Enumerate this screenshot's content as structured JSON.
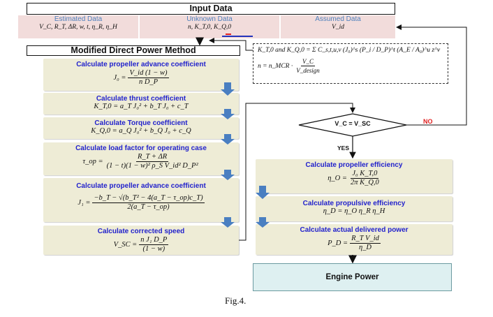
{
  "input_data": {
    "title": "Input Data",
    "estimated": {
      "header": "Estimated Data",
      "values": "V_C, R_T, ΔR, w, t, η_R, η_H"
    },
    "unknown": {
      "header": "Unknown Data",
      "values": "n, K_T,0, K_Q,0"
    },
    "assumed": {
      "header": "Assumed Data",
      "values": "V_id"
    }
  },
  "method_title": "Modified Direct Power Method",
  "left_steps": [
    {
      "title": "Calculate propeller advance coefficient",
      "lhs": "J₀ =",
      "num": "V_id (1 − w)",
      "den": "n D_P"
    },
    {
      "title": "Calculate thrust coefficient",
      "formula": "K_T,0 = a_T J₀² + b_T J₀ + c_T"
    },
    {
      "title": "Calculate Torque coefficient",
      "formula": "K_Q,0 = a_Q J₀² + b_Q J₀ + c_Q"
    },
    {
      "title": "Calculate load factor for operating case",
      "lhs": "τ_op =",
      "num": "R_T + ΔR",
      "den": "(1 − t)(1 − w)² ρ_S V_id² D_P²"
    },
    {
      "title": "Calculate propeller advance coefficient",
      "lhs": "J₁ =",
      "num": "−b_T − √(b_T² − 4(a_T − τ_op)c_T)",
      "den": "2(a_T − τ_op)"
    },
    {
      "title": "Calculate corrected speed",
      "lhs": "V_SC =",
      "num": "n J₁ D_P",
      "den": "(1 − w)"
    }
  ],
  "note_box": {
    "line1": "K_T,0 and K_Q,0 = Σ C_s,t,u,v (J₀)^s (P_i / D_P)^t (A_E / A₀)^u z^v",
    "line2_lhs": "n = n_MCR ·",
    "line2_num": "V_C",
    "line2_den": "V_design"
  },
  "decision": {
    "label": "V_C = V_SC",
    "no": "NO",
    "yes": "YES"
  },
  "right_steps": [
    {
      "title": "Calculate propeller efficiency",
      "lhs": "η_O =",
      "num": "J₀ K_T,0",
      "den": "2π K_Q,0"
    },
    {
      "title": "Calculate propulsive efficiency",
      "formula": "η_D = η_O η_R η_H"
    },
    {
      "title": "Calculate actual delivered power",
      "lhs": "P_D =",
      "num": "R_T V_id",
      "den": "η_D"
    }
  ],
  "engine": "Engine Power",
  "caption": "Fig.4.",
  "colors": {
    "step_fill": "#eeecd6",
    "input_fill": "#f2dcdb",
    "title_text": "#2222cc",
    "arrow": "#4a7fc1",
    "engine_fill": "#def0f1",
    "no_text": "#e02020"
  }
}
